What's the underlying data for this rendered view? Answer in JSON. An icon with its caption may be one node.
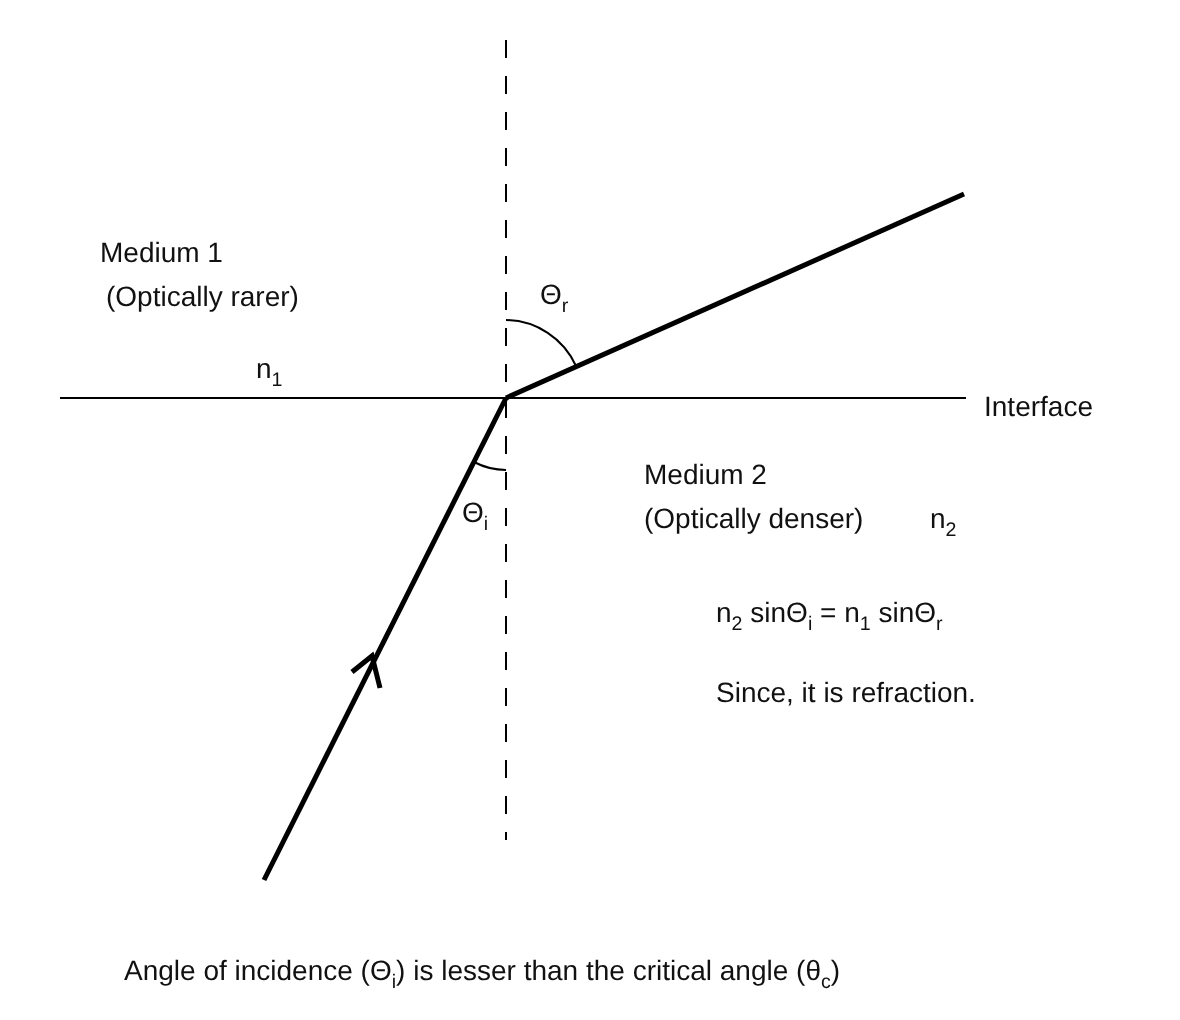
{
  "diagram": {
    "labels": [
      "Medium 1",
      "(Optically rarer)",
      "Θ$_{r}$",
      "n$_{1}$",
      "Interface",
      "Medium 2",
      "Θ$_{i}$",
      "(Optically denser)",
      "n$_{2}$",
      "n$_{2}$ sinΘ$_{i}$ = n$_{1}$ sinΘ$_{r}$",
      "Since, it is refraction.",
      "Angle of incidence (Θ$_{i}$) is lesser than the critical angle (θ$_{c}$)"
    ]
  }
}
